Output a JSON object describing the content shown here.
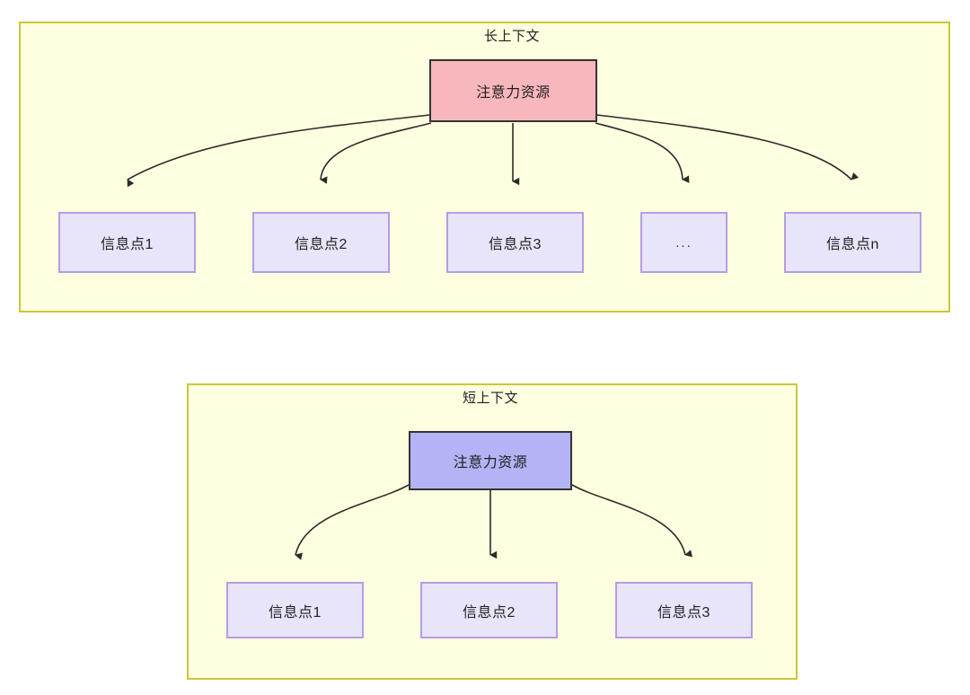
{
  "diagram": {
    "title_top": "长上下文",
    "title_bottom": "短上下文",
    "colors": {
      "panel_fill": "#fdfddf",
      "panel_stroke": "#c8c838",
      "attention_long_fill": "#f8b7bc",
      "attention_long_stroke": "#333333",
      "attention_short_fill": "#b3b3f5",
      "attention_short_stroke": "#333333",
      "info_fill": "#e8e4fa",
      "info_stroke": "#b49de4",
      "edge_stroke": "#2b2b2b",
      "text": "#1f1f1f",
      "page_bg": "#ffffff"
    }
  },
  "sections": [
    {
      "id": "long-context",
      "label": "长上下文",
      "root": {
        "label": "注意力资源"
      },
      "children": [
        {
          "label": "信息点1"
        },
        {
          "label": "信息点2"
        },
        {
          "label": "信息点3"
        },
        {
          "label": "..."
        },
        {
          "label": "信息点n"
        }
      ]
    },
    {
      "id": "short-context",
      "label": "短上下文",
      "root": {
        "label": "注意力资源"
      },
      "children": [
        {
          "label": "信息点1"
        },
        {
          "label": "信息点2"
        },
        {
          "label": "信息点3"
        }
      ]
    }
  ]
}
